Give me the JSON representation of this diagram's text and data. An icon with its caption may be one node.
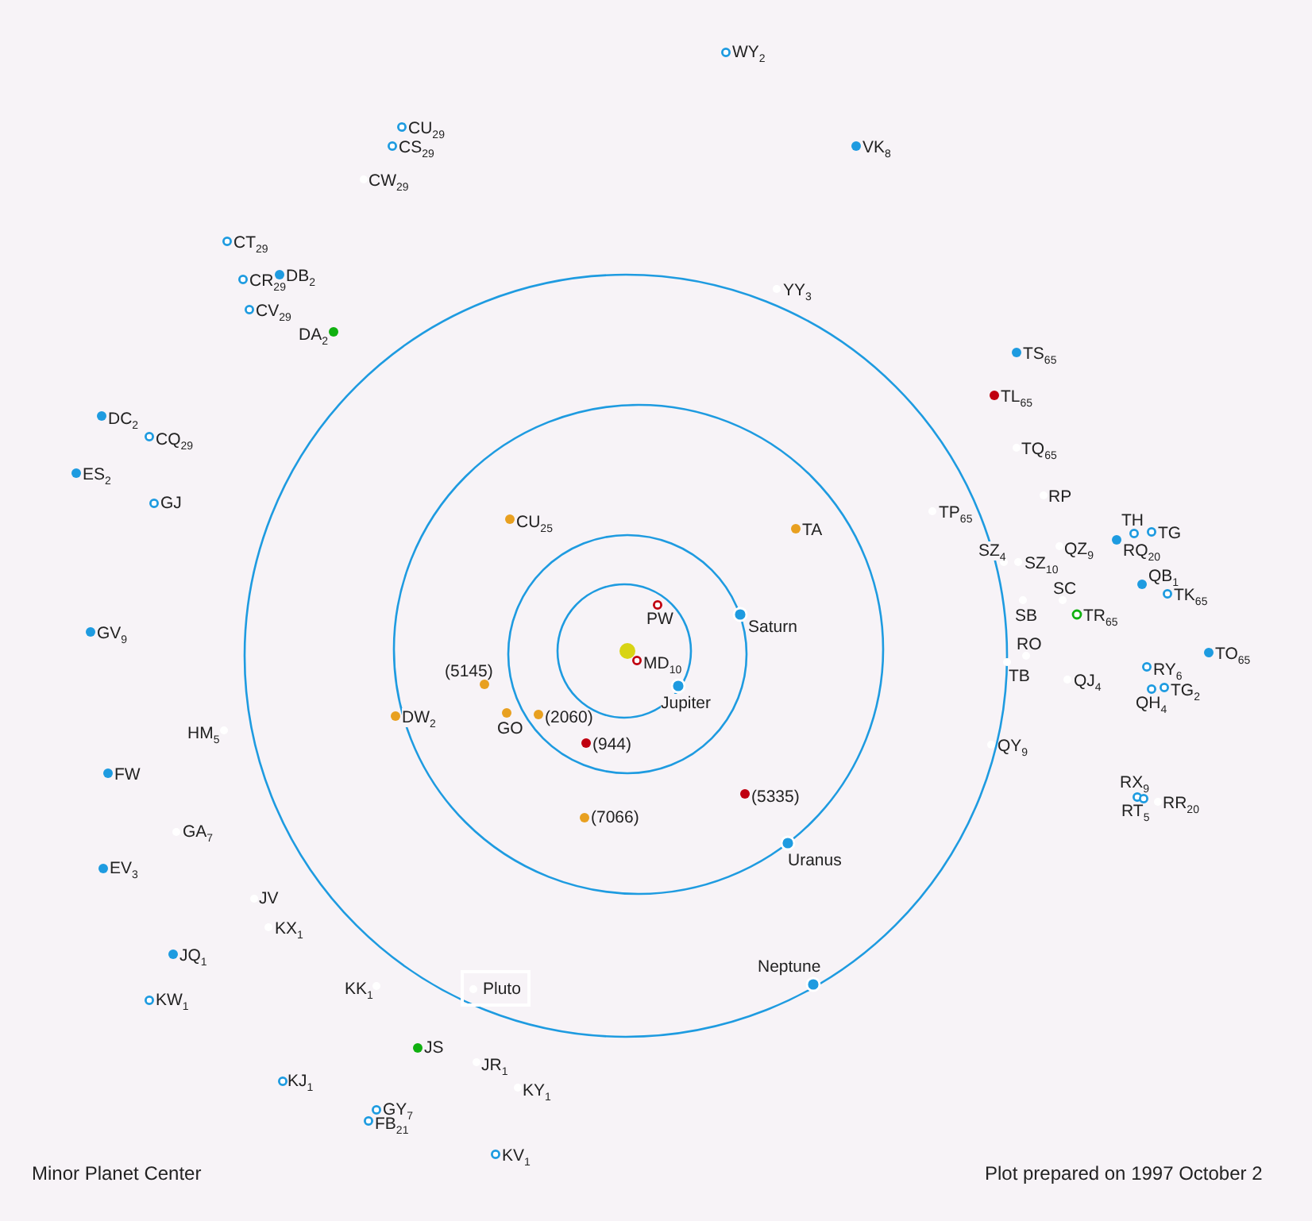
{
  "diagram": {
    "nodes": [
      {
        "text": [
          "Pluto"
        ]
      }
    ],
    "labels": [
      "WY$_{2}$",
      "CU$_{29}$",
      "CS$_{29}$",
      "VK$_{8}$",
      "CW$_{29}$",
      "CT$_{29}$",
      "DB$_{2}$",
      "CR$_{29}$",
      "CV$_{29}$",
      "YY$_{3}$",
      "DA$_{2}$",
      "TS$_{65}$",
      "TL$_{65}$",
      "DC$_{2}$",
      "CQ$_{29}$",
      "TQ$_{65}$",
      "ES$_{2}$",
      "RP",
      "GJ",
      "TP$_{65}$",
      "CU$_{25}$",
      "TA",
      "TH",
      "TG",
      "RQ$_{20}$",
      "QZ$_{9}$",
      "SZ$_{4}$",
      "SZ$_{10}$",
      "QB$_{1}$",
      "SC",
      "TK$_{65}$",
      "PW",
      "Saturn",
      "SB",
      "TR$_{65}$",
      "GV$_{9}$",
      "RO",
      "MD$_{10}$",
      "TO$_{65}$",
      "(5145)",
      "TB",
      "QJ$_{4}$",
      "RY$_{6}$",
      "Jupiter",
      "TG$_{2}$",
      "QH$_{4}$",
      "DW$_{2}$",
      "GO",
      "(2060)",
      "HM$_{5}$",
      "(944)",
      "QY$_{9}$",
      "FW",
      "RX$_{9}$",
      "(5335)",
      "RT$_{5}$",
      "RR$_{20}$",
      "(7066)",
      "GA$_{7}$",
      "Uranus",
      "EV$_{3}$",
      "JV",
      "KX$_{1}$",
      "JQ$_{1}$",
      "Neptune",
      "KK$_{1}$",
      "KW$_{1}$",
      "JS",
      "JR$_{1}$",
      "KY$_{1}$",
      "KJ$_{1}$",
      "GY$_{7}$",
      "FB$_{21}$",
      "KV$_{1}$",
      "Minor Planet Center",
      "Plot prepared on 1997 October 2"
    ]
  }
}
